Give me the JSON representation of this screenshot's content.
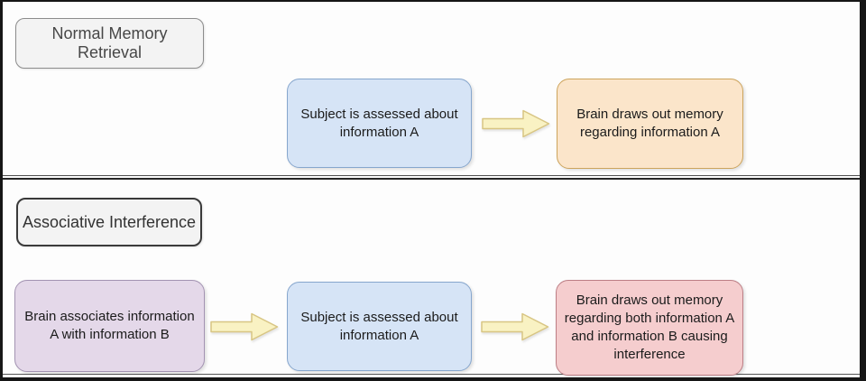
{
  "diagram": {
    "sections": [
      {
        "label": "Normal Memory Retrieval",
        "nodes": [
          {
            "id": "subject-assessed",
            "text": "Subject is assessed about information A",
            "color_role": "blue"
          },
          {
            "id": "brain-draws-memory-a",
            "text": "Brain draws out memory regarding information A",
            "color_role": "orange"
          }
        ],
        "flow": "subject-assessed -> brain-draws-memory-a"
      },
      {
        "label": "Associative Interference",
        "nodes": [
          {
            "id": "brain-associates",
            "text": "Brain associates information A with information B",
            "color_role": "purple"
          },
          {
            "id": "subject-assessed",
            "text": "Subject is assessed about information A",
            "color_role": "blue"
          },
          {
            "id": "brain-draws-memory-interference",
            "text": "Brain draws out memory regarding both information A and information B causing interference",
            "color_role": "pink"
          }
        ],
        "flow": "brain-associates -> subject-assessed -> brain-draws-memory-interference"
      }
    ],
    "colors": {
      "node_blue_fill": "#d6e4f6",
      "node_blue_border": "#86a6cd",
      "node_orange_fill": "#fbe5ca",
      "node_orange_border": "#cda45c",
      "node_purple_fill": "#e4d8e9",
      "node_purple_border": "#a393b2",
      "node_pink_fill": "#f5cdce",
      "node_pink_border": "#bc7e85",
      "arrow_fill": "#f9f2c3",
      "arrow_border": "#d8c583",
      "label_fill": "#f3f3f3",
      "label_border_light": "#8c8c8c",
      "label_border_dark": "#3a3a3a"
    }
  }
}
